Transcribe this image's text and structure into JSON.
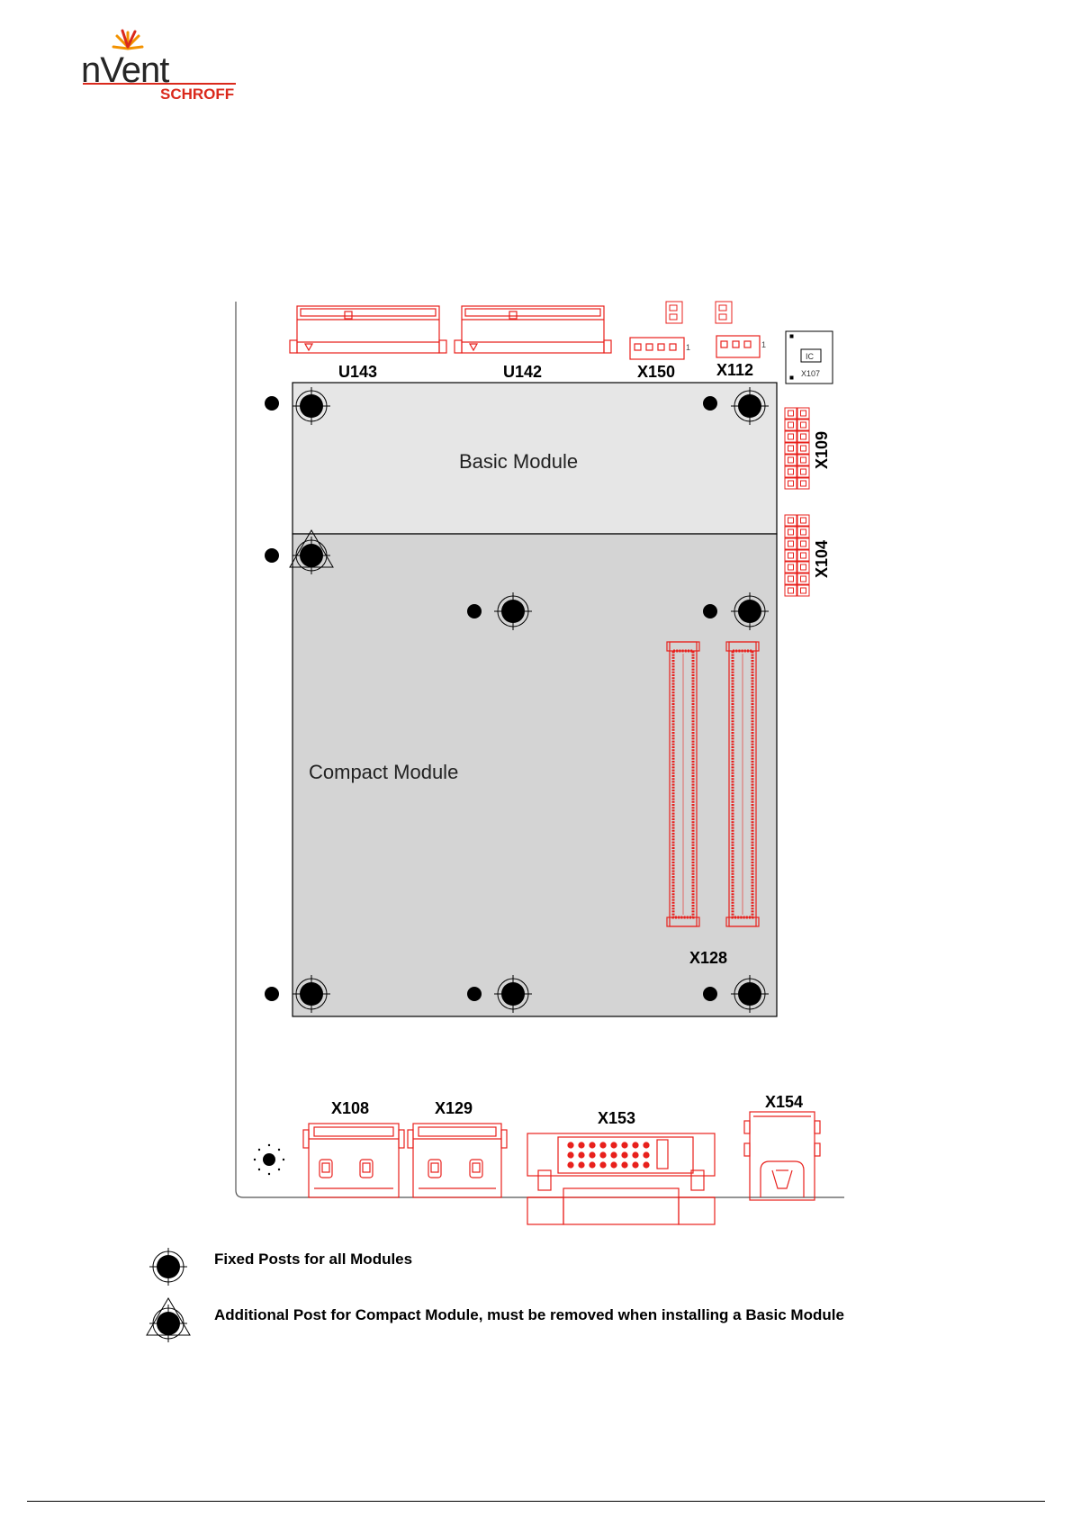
{
  "logo": {
    "wordmark": "nVent",
    "sub": "SCHROFF",
    "brand_color": "#da291c"
  },
  "colors": {
    "connector": "#e8201c",
    "basic_fill": "#e6e6e6",
    "compact_fill": "#d4d4d4",
    "outline": "#000000"
  },
  "modules": {
    "basic": "Basic Module",
    "compact": "Compact Module"
  },
  "connectors": {
    "u143": "U143",
    "u142": "U142",
    "x150": "X150",
    "x112": "X112",
    "x107": "X107",
    "ic": "IC",
    "x109": "X109",
    "x104": "X104",
    "x128": "X128",
    "x108": "X108",
    "x129": "X129",
    "x153": "X153",
    "x154": "X154",
    "pin1": "1"
  },
  "legend": {
    "fixed_posts": "Fixed Posts for all Modules",
    "additional_post": "Additional Post for Compact Module, must be removed when installing a Basic Module"
  }
}
